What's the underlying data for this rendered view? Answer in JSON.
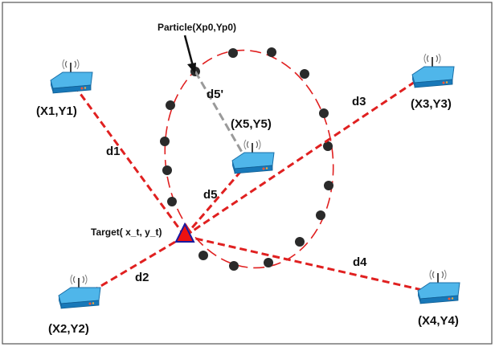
{
  "diagram": {
    "particle_label": "Particle(Xp0,Yp0)",
    "target_label": "Target( x_t, y_t)",
    "anchors": [
      {
        "id": "1",
        "label": "(X1,Y1)"
      },
      {
        "id": "2",
        "label": "(X2,Y2)"
      },
      {
        "id": "3",
        "label": "(X3,Y3)"
      },
      {
        "id": "4",
        "label": "(X4,Y4)"
      },
      {
        "id": "5",
        "label": "(X5,Y5)"
      }
    ],
    "distances": {
      "d1": "d1",
      "d2": "d2",
      "d3": "d3",
      "d4": "d4",
      "d5": "d5",
      "d5_prime": "d5'"
    }
  },
  "colors": {
    "link": "#e02020",
    "particle_link": "#9a9a9a",
    "particle_dot": "#2a2a2a",
    "router_top": "#4fb6ea",
    "router_side": "#1878b8",
    "target_fill": "#ee1111",
    "target_stroke": "#1a1aa0",
    "frame": "#555555"
  }
}
